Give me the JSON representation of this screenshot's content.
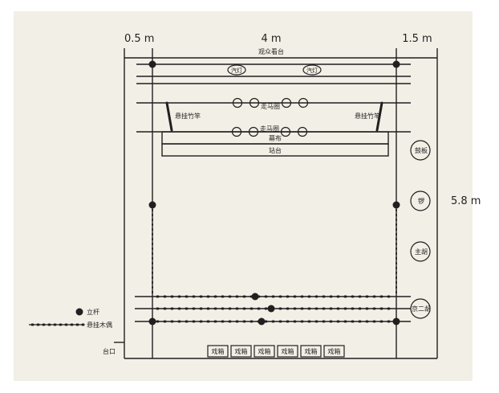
{
  "dimensions": {
    "left_width": "0.5 m",
    "center_width": "4 m",
    "right_width": "1.5 m",
    "depth": "5.8 m"
  },
  "labels": {
    "audience_stand": "观众看台",
    "lamp": "汽灯",
    "walking_horse_circle": "走马圈",
    "hanging_pole": "悬挂竹竿",
    "curtain": "幕布",
    "standing_platform": "站台",
    "stage_entrance": "台口",
    "prop_box": "戏箱"
  },
  "instruments": [
    "鼓板",
    "锣",
    "主胡",
    "京二胡"
  ],
  "prop_boxes": [
    "戏箱",
    "戏箱",
    "戏箱",
    "戏箱",
    "戏箱",
    "戏箱"
  ],
  "legend": {
    "pole": "立杆",
    "hanging_puppet": "悬挂木偶"
  },
  "colors": {
    "background": "#f2efe6",
    "ink": "#231f20"
  }
}
